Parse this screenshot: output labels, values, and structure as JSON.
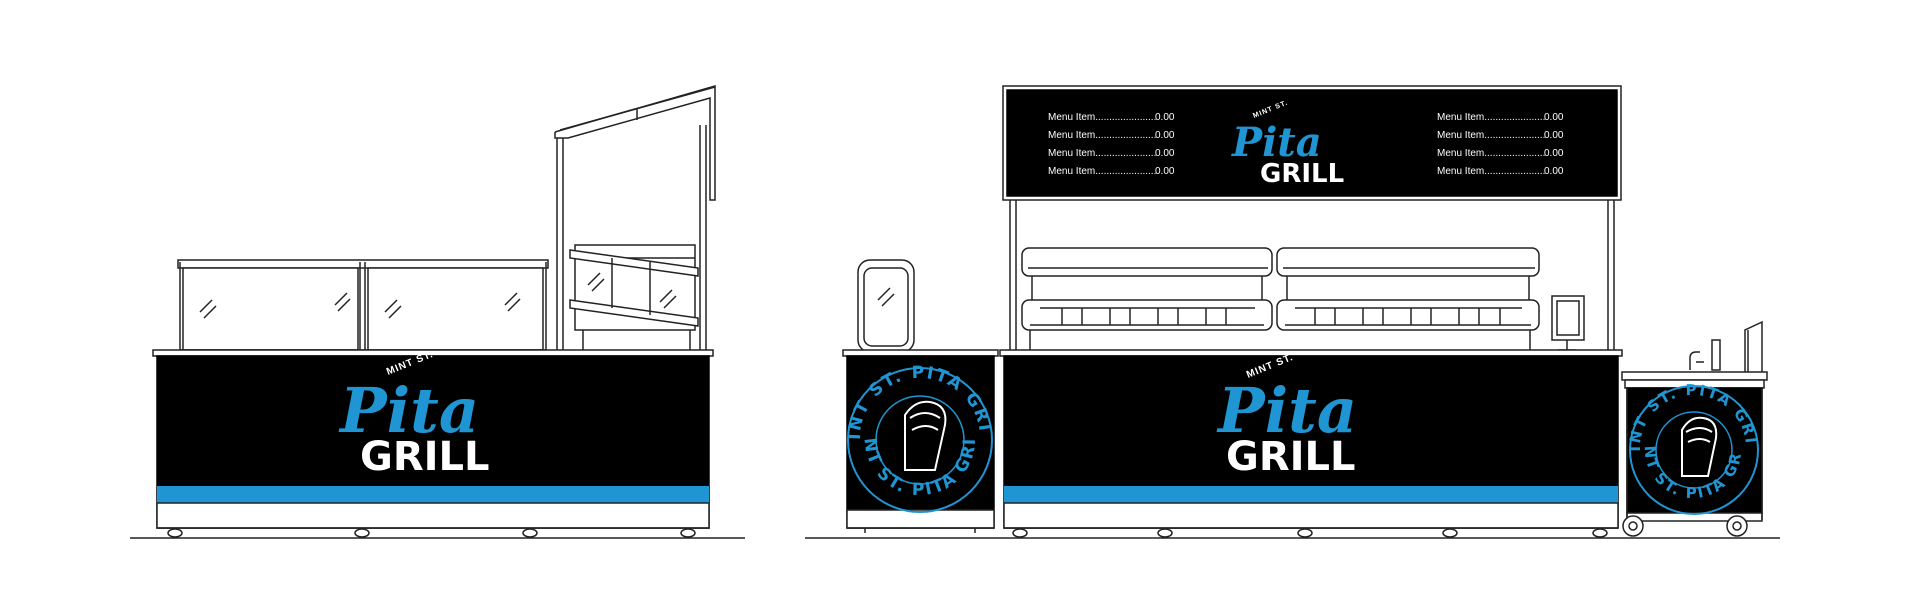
{
  "brand": {
    "top_line": "MINT ST.",
    "script_word": "Pita",
    "block_word": "GRILL",
    "badge_ring_text": "MINT ST. PITA GRILL",
    "badge_ring_text_lower": "MINT ST. PITA GRILL"
  },
  "menu_board": {
    "left_items": [
      {
        "label": "Menu Item......................",
        "price": "0.00"
      },
      {
        "label": "Menu Item......................",
        "price": "0.00"
      },
      {
        "label": "Menu Item......................",
        "price": "0.00"
      },
      {
        "label": "Menu Item......................",
        "price": "0.00"
      }
    ],
    "right_items": [
      {
        "label": "Menu Item......................",
        "price": "0.00"
      },
      {
        "label": "Menu Item......................",
        "price": "0.00"
      },
      {
        "label": "Menu Item......................",
        "price": "0.00"
      },
      {
        "label": "Menu Item......................",
        "price": "0.00"
      }
    ]
  },
  "colors": {
    "brand_blue": "#1f96d3",
    "panel_black": "#000000",
    "line": "#222222"
  }
}
